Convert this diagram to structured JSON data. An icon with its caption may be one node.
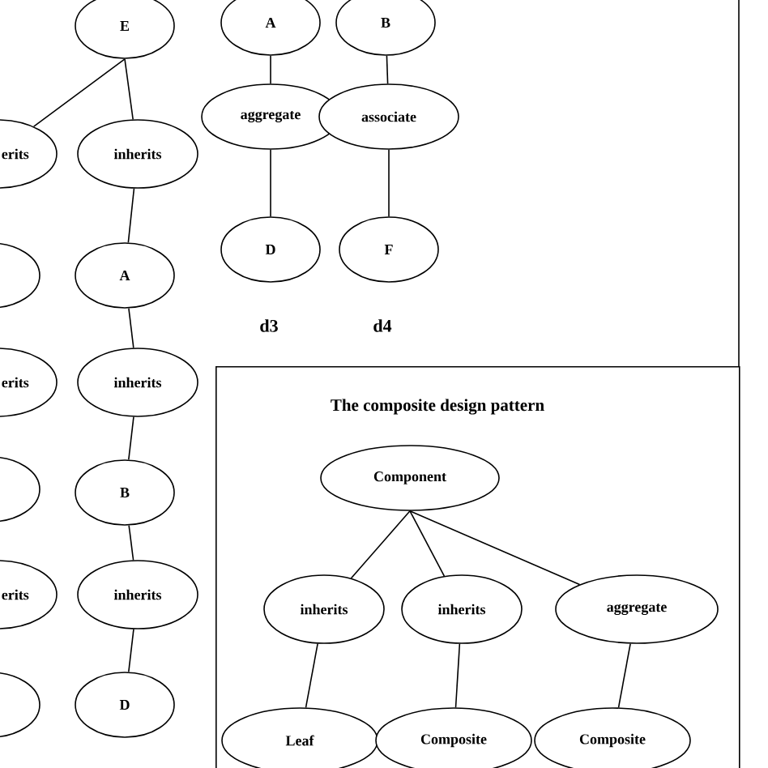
{
  "diagram": {
    "nodes": [
      {
        "text": [
          "E"
        ]
      },
      {
        "text": [
          "erits"
        ]
      },
      {
        "text": [
          "inherits"
        ]
      },
      {
        "text": [],
        "shape": "ellipse"
      },
      {
        "text": [
          "A"
        ]
      },
      {
        "text": [
          "erits"
        ]
      },
      {
        "text": [
          "inherits"
        ]
      },
      {
        "text": [],
        "shape": "ellipse"
      },
      {
        "text": [
          "B"
        ]
      },
      {
        "text": [
          "erits"
        ]
      },
      {
        "text": [
          "inherits"
        ]
      },
      {
        "text": [],
        "shape": "ellipse"
      },
      {
        "text": [
          "D"
        ]
      },
      {
        "text": [
          "A"
        ]
      },
      {
        "text": [
          "B"
        ]
      },
      {
        "text": [
          "aggregate"
        ]
      },
      {
        "text": [
          "associate"
        ]
      },
      {
        "text": [
          "D"
        ]
      },
      {
        "text": [
          "F"
        ]
      },
      {
        "text": [
          "The composite design pattern"
        ]
      },
      {
        "text": [
          "Component"
        ],
        "in": 19
      },
      {
        "text": [
          "inherits"
        ],
        "in": 19
      },
      {
        "text": [
          "inherits"
        ],
        "in": 19
      },
      {
        "text": [
          "aggregate"
        ],
        "in": 19
      },
      {
        "text": [
          "Leaf"
        ],
        "in": 19
      },
      {
        "text": [
          "Composite"
        ],
        "in": 19
      },
      {
        "text": [
          "Composite"
        ],
        "in": 19
      }
    ],
    "edges": [
      {
        "from": 0,
        "to": 1,
        "arrow": "none"
      },
      {
        "from": 0,
        "to": 2,
        "arrow": "none"
      },
      {
        "from": 2,
        "to": 4,
        "arrow": "none"
      },
      {
        "from": 4,
        "to": 6,
        "arrow": "none"
      },
      {
        "from": 6,
        "to": 8,
        "arrow": "none"
      },
      {
        "from": 8,
        "to": 10,
        "arrow": "none"
      },
      {
        "from": 10,
        "to": 12,
        "arrow": "none"
      },
      {
        "from": 13,
        "to": 15,
        "arrow": "none"
      },
      {
        "from": 15,
        "to": 17,
        "arrow": "none"
      },
      {
        "from": 14,
        "to": 16,
        "arrow": "none"
      },
      {
        "from": 16,
        "to": 18,
        "arrow": "none"
      },
      {
        "from": 20,
        "to": 21,
        "arrow": "none"
      },
      {
        "from": 20,
        "to": 22,
        "arrow": "none"
      },
      {
        "from": 20,
        "to": 23,
        "arrow": "none"
      },
      {
        "from": 21,
        "to": 24,
        "arrow": "none"
      },
      {
        "from": 22,
        "to": 25,
        "arrow": "none"
      },
      {
        "from": 23,
        "to": 26,
        "arrow": "none"
      }
    ],
    "labels": [
      "d3",
      "d4"
    ]
  }
}
